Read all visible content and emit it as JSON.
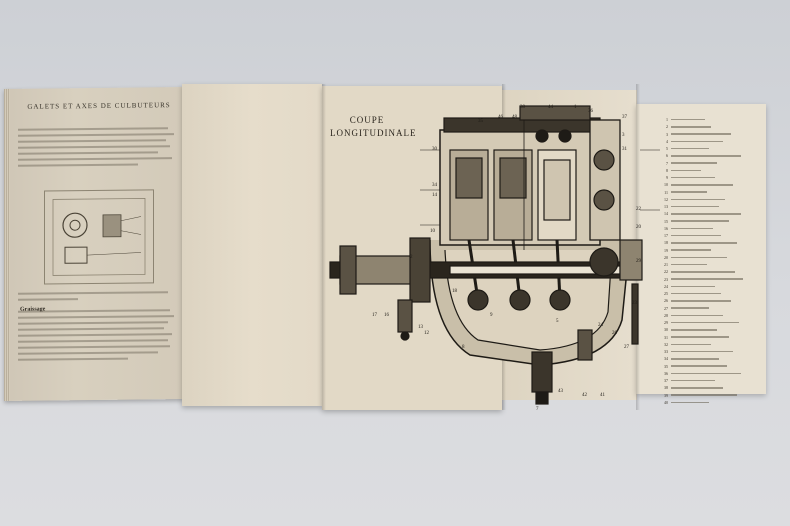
{
  "left_page": {
    "heading": "GALETS ET AXES DE CULBUTEURS",
    "paragraph_label": "Graissage"
  },
  "diagram": {
    "title_line1": "COUPE",
    "title_line2": "LONGITUDINALE"
  },
  "legend": {
    "numbers": [
      "1",
      "2",
      "3",
      "4",
      "5",
      "6",
      "7",
      "8",
      "9",
      "10",
      "11",
      "12",
      "13",
      "14",
      "15",
      "16",
      "17",
      "18",
      "19",
      "20",
      "21",
      "22",
      "23",
      "24",
      "25",
      "26",
      "27",
      "28",
      "29",
      "30",
      "31",
      "32",
      "33",
      "34",
      "35",
      "36",
      "37",
      "38",
      "39",
      "40"
    ]
  }
}
